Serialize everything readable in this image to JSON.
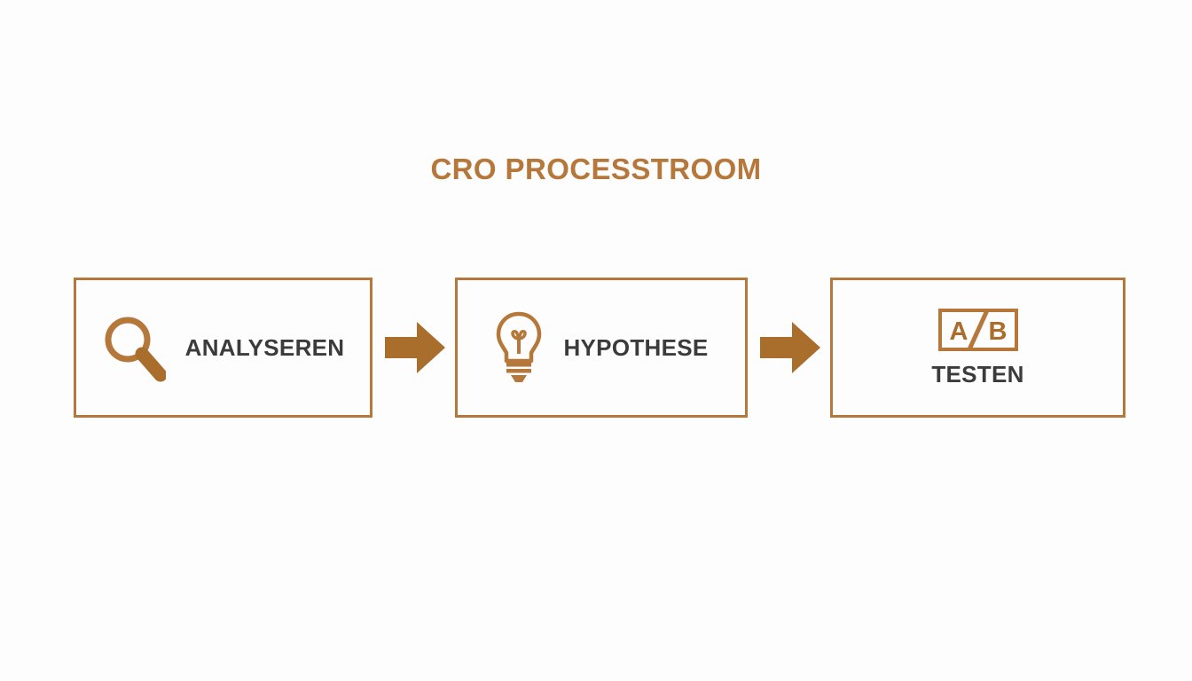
{
  "diagram": {
    "title": "CRO PROCESSTROOM",
    "title_color": "#b5773a",
    "accent_color": "#b5773a",
    "arrow_color": "#a96d2c",
    "label_color": "#3b3b3b",
    "background_color": "#fdfdfd",
    "steps": [
      {
        "label": "ANALYSEREN",
        "icon": "magnifying-glass-icon",
        "layout": "icon-left"
      },
      {
        "label": "HYPOTHESE",
        "icon": "lightbulb-icon",
        "layout": "icon-left"
      },
      {
        "label": "TESTEN",
        "icon": "ab-test-icon",
        "icon_text_left": "A",
        "icon_text_right": "B",
        "layout": "icon-top"
      }
    ],
    "connectors": [
      {
        "name": "arrow-1",
        "direction": "right"
      },
      {
        "name": "arrow-2",
        "direction": "right"
      }
    ]
  }
}
